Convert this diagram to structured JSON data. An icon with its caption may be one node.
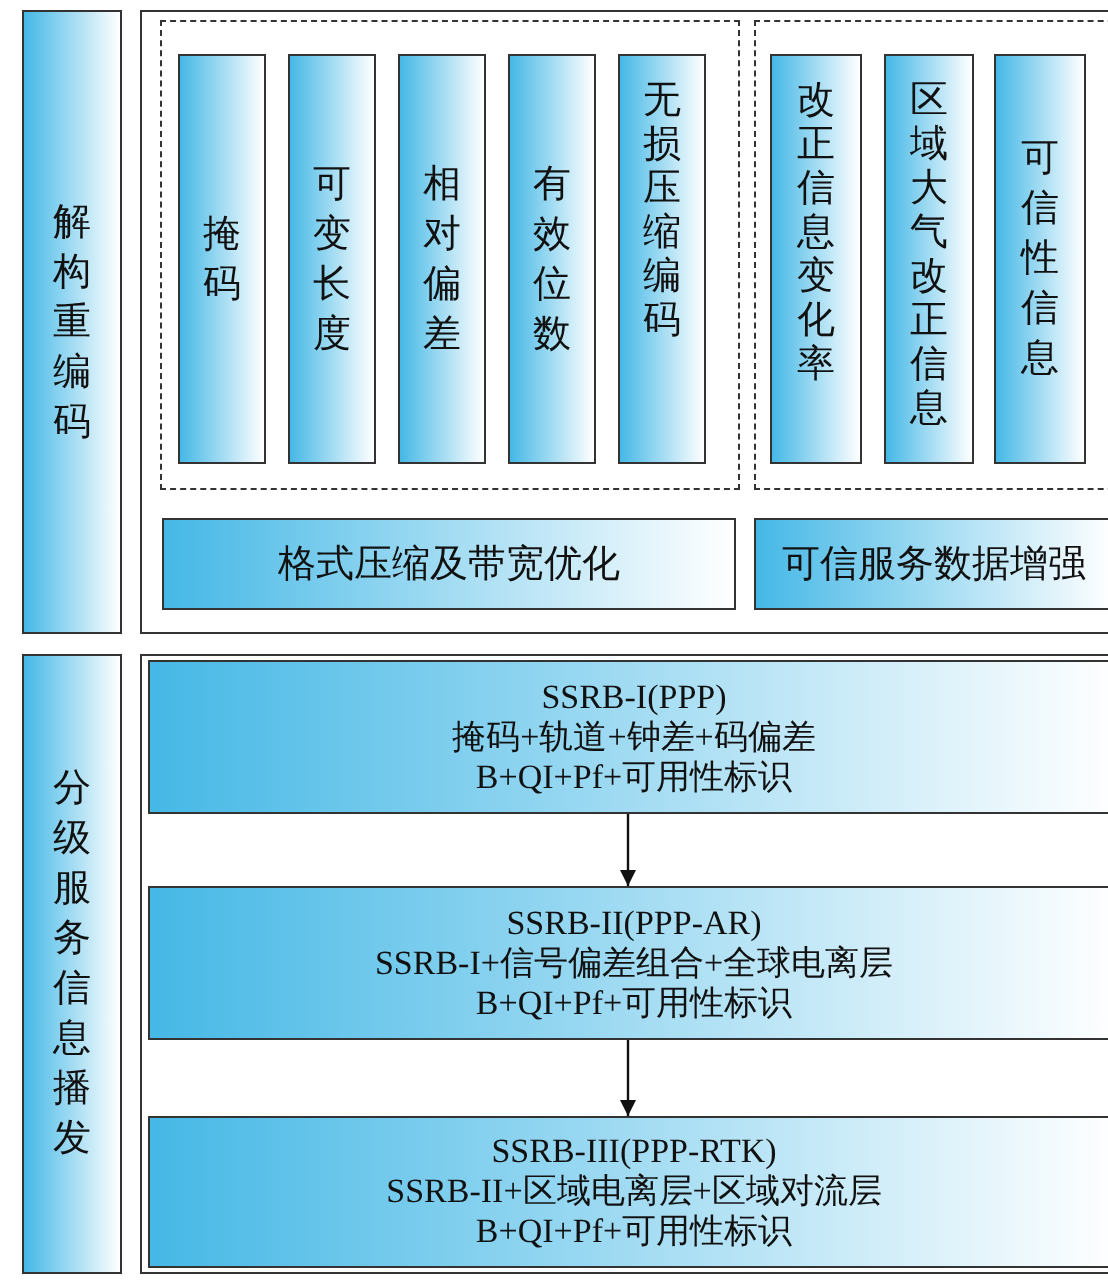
{
  "diagram": {
    "nodes": [
      {
        "text": [
          "解构重编码"
        ]
      },
      {
        "text": [],
        "shape": "box"
      },
      {
        "text": [],
        "shape": "box",
        "in": 1
      },
      {
        "text": [
          "掩码"
        ],
        "in": 2
      },
      {
        "text": [
          "可变长度"
        ],
        "in": 2
      },
      {
        "text": [
          "相对偏差"
        ],
        "in": 2
      },
      {
        "text": [
          "有效位数"
        ],
        "in": 2
      },
      {
        "text": [
          "无损压缩编码"
        ],
        "in": 2
      },
      {
        "text": [],
        "shape": "box",
        "in": 1
      },
      {
        "text": [
          "改正信息变化率"
        ],
        "in": 8
      },
      {
        "text": [
          "区域大气改正信息"
        ],
        "in": 8
      },
      {
        "text": [
          "可信性信息"
        ],
        "in": 8
      },
      {
        "text": [
          "格式压缩及带宽优化"
        ],
        "in": 1
      },
      {
        "text": [
          "可信服务数据增强"
        ],
        "in": 1
      },
      {
        "text": [
          "分级服务信息播发"
        ]
      },
      {
        "text": [],
        "shape": "box"
      },
      {
        "text": [
          "SSRB-I(PPP)",
          "掩码+轨道+钟差+码偏差",
          "B+QI+Pf+可用性标识"
        ],
        "in": 15
      },
      {
        "text": [
          "SSRB-II(PPP-AR)",
          "SSRB-I+信号偏差组合+全球电离层",
          "B+QI+Pf+可用性标识"
        ],
        "in": 15
      },
      {
        "text": [
          "SSRB-III(PPP-RTK)",
          "SSRB-II+区域电离层+区域对流层",
          "B+QI+Pf+可用性标识"
        ],
        "in": 15
      }
    ],
    "edges": [
      {
        "from": 16,
        "to": 17,
        "arrow": "to"
      },
      {
        "from": 17,
        "to": 18,
        "arrow": "to"
      }
    ]
  }
}
